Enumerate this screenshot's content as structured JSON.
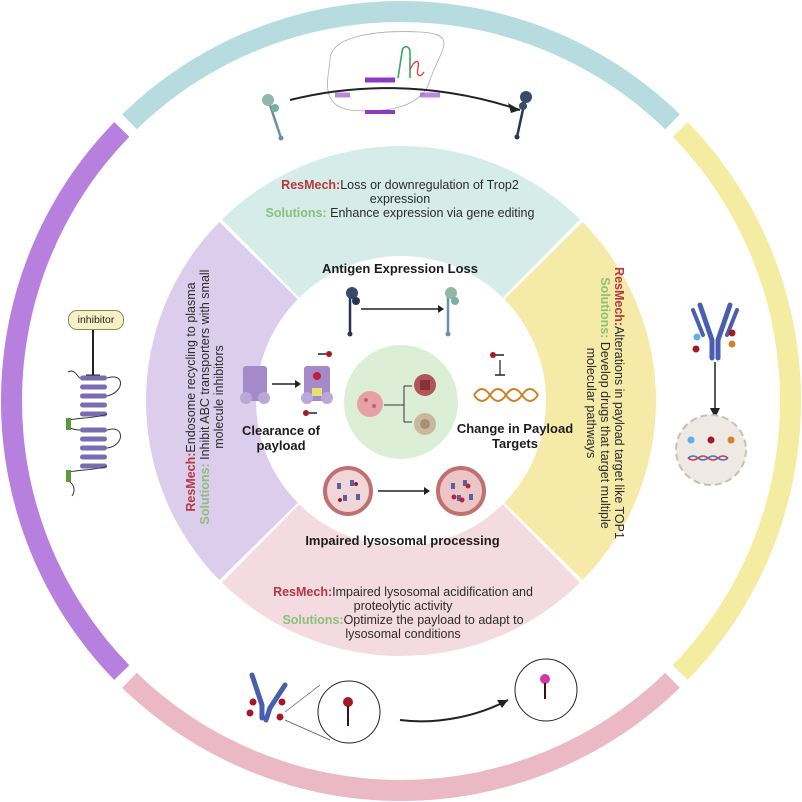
{
  "diagram": {
    "title": "Trop2 ADC resistance mechanisms and solutions",
    "colors": {
      "teal_ring": "#b6dce0",
      "yellow_ring": "#f4eca0",
      "pink_ring": "#ebb9c5",
      "purple_ring": "#b77fde",
      "teal_sector": "#d5ece8",
      "yellow_sector": "#f6eaa8",
      "pink_sector": "#f4dbe1",
      "purple_sector": "#ddcdec",
      "center_circle": "#dcefd6",
      "resmech": "#b5383f",
      "solutions": "#8cc07a"
    },
    "labels": {
      "resmech_prefix": "ResMech:",
      "solutions_prefix": "Solutions:"
    },
    "sectors": {
      "top": {
        "resmech": "Loss or downregulation of Trop2 expression",
        "solutions": "Enhance expression via gene editing"
      },
      "left": {
        "resmech": "Endosome recycling to plasma",
        "solutions": "Inhibit ABC transporters with small molecule inhibitors"
      },
      "right": {
        "resmech": "Alterations in payload  target like TOP1",
        "solutions": "Develop drugs that target multiple molecular pathways"
      },
      "bottom": {
        "resmech": "Impaired lysosomal acidification and proteolytic activity",
        "solutions": "Optimize the payload to adapt to lysosomal conditions"
      }
    },
    "center_titles": {
      "antigen": "Antigen Expression Loss",
      "clearance": "Clearance of payload",
      "payload_targets": "Change in Payload Targets",
      "lysosomal": "Impaired lysosomal processing"
    },
    "outer_icons": {
      "inhibitor_label": "inhibitor"
    }
  }
}
